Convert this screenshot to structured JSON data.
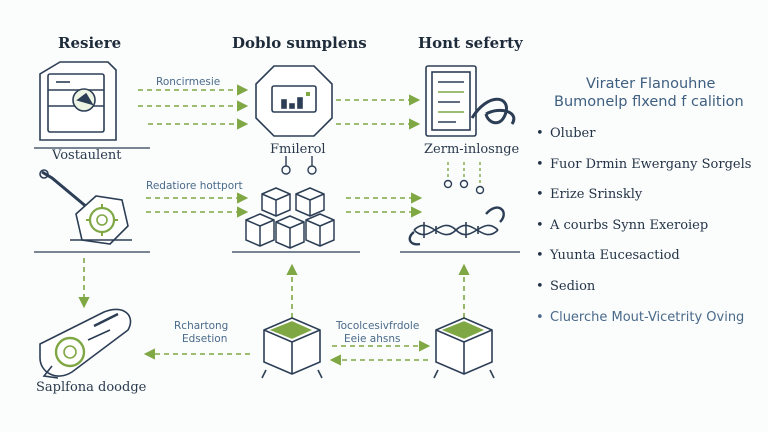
{
  "columns": {
    "left_title": "Resiere",
    "middle_title": "Doblo sumplens",
    "right_title": "Hont seferty"
  },
  "captions": {
    "top_left": "Vostaulent",
    "top_middle": "Fmilerol",
    "top_right": "Zerm-inlosnge",
    "bottom_left": "Saplfona doodge"
  },
  "edge_labels": {
    "top_row": "Roncirmesie",
    "middle_row": "Redatiore hottport",
    "bottom_left_line1": "Rchartong",
    "bottom_left_line2": "Edsetion",
    "bottom_right_line1": "Tocolcesivfrdole",
    "bottom_right_line2": "Eeie ahsns"
  },
  "side_panel": {
    "title_line1": "Virater Flanouhne",
    "title_line2": "Bumonelp flxend f calition",
    "items": [
      {
        "label": "Oluber",
        "accent": false
      },
      {
        "label": "Fuor Drmin Ewergany Sorgels",
        "accent": false
      },
      {
        "label": "Erize Srinskly",
        "accent": false
      },
      {
        "label": "A courbs Synn Exeroiep",
        "accent": false
      },
      {
        "label": "Yuunta Eucesactiod",
        "accent": false
      },
      {
        "label": "Sedion",
        "accent": false
      },
      {
        "label": "Cluerche Mout-Vicetrity Oving",
        "accent": true
      }
    ]
  },
  "colors": {
    "accent_green": "#7fa845",
    "outline_navy": "#2c3e55",
    "label_blue": "#4a6a8a"
  },
  "icons": {
    "top_left": "server-rack-icon",
    "top_middle": "monitor-chart-icon",
    "top_right": "document-chain-icon",
    "middle_left": "robot-arm-gear-icon",
    "middle_middle": "stacked-cubes-icon",
    "middle_right": "dna-helix-icon",
    "bottom_left": "tilted-gauge-icon",
    "bottom_middle": "box-cube-icon",
    "bottom_right": "box-cube-icon"
  }
}
